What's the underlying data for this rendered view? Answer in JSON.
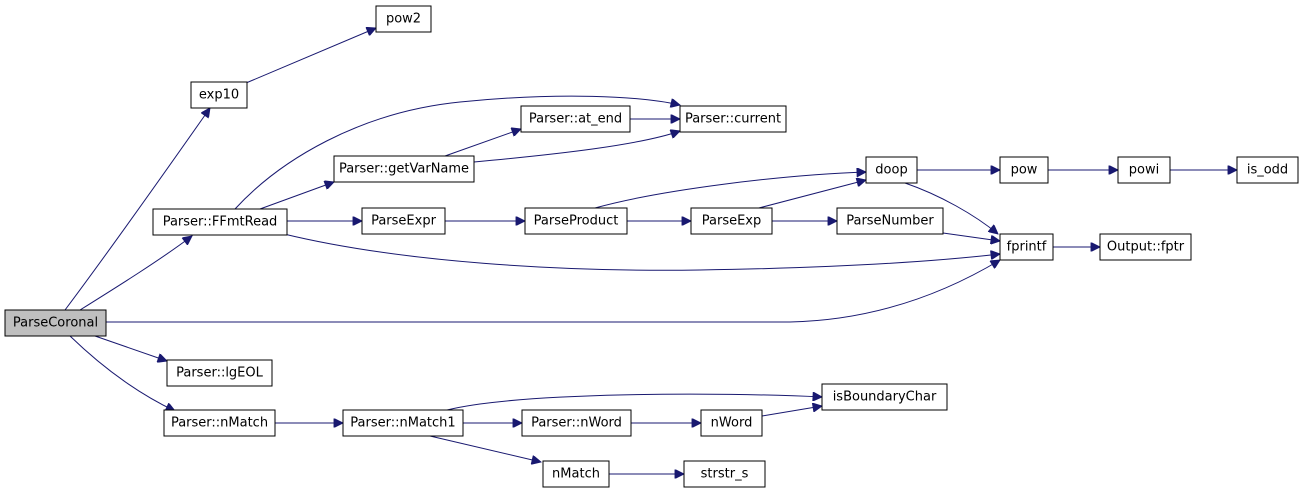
{
  "nodes": {
    "ParseCoronal": "ParseCoronal",
    "exp10": "exp10",
    "pow2": "pow2",
    "FFmtRead": "Parser::FFmtRead",
    "lgEOL": "Parser::lgEOL",
    "nMatch_parser": "Parser::nMatch",
    "getVarName": "Parser::getVarName",
    "ParseExpr": "ParseExpr",
    "at_end": "Parser::at_end",
    "current": "Parser::current",
    "ParseProduct": "ParseProduct",
    "ParseExp": "ParseExp",
    "doop": "doop",
    "ParseNumber": "ParseNumber",
    "pow": "pow",
    "powi": "powi",
    "is_odd": "is_odd",
    "fprintf": "fprintf",
    "fptr": "Output::fptr",
    "nMatch1": "Parser::nMatch1",
    "isBoundaryChar": "isBoundaryChar",
    "nWord_parser": "Parser::nWord",
    "nWord": "nWord",
    "nMatch": "nMatch",
    "strstr_s": "strstr_s"
  }
}
